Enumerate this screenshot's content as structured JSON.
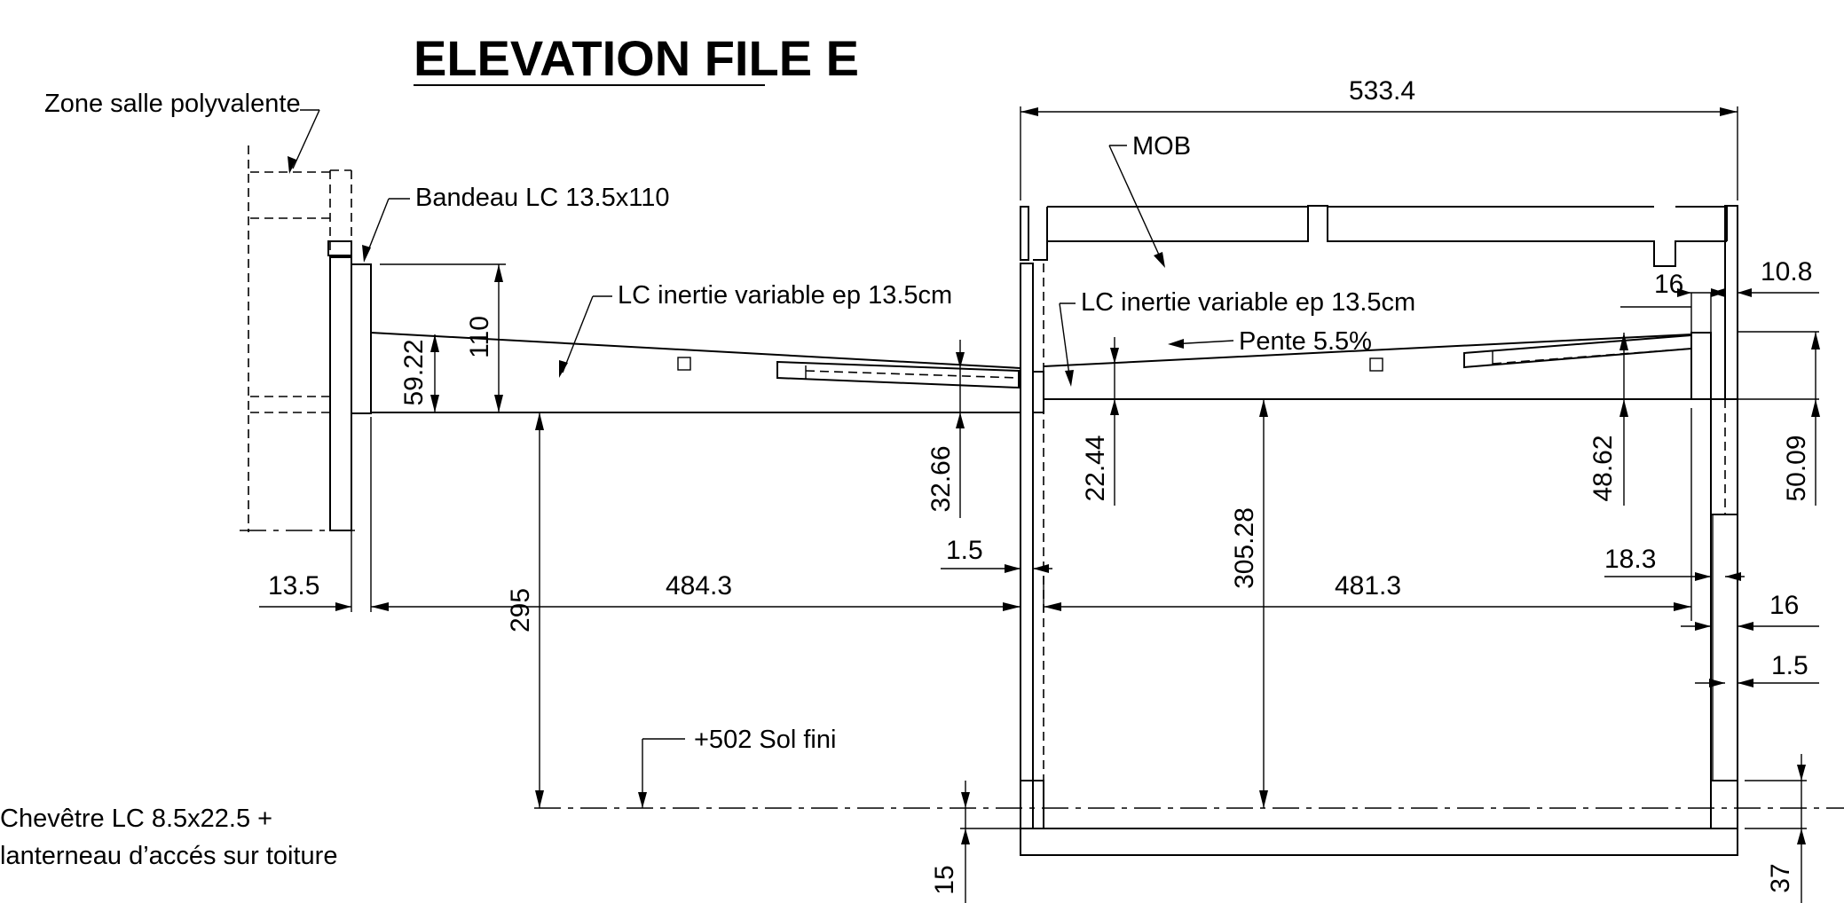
{
  "drawing": {
    "title": "ELEVATION FILE E",
    "labels": {
      "zone": "Zone salle polyvalente",
      "bandeau": "Bandeau LC 13.5x110",
      "lc_left": "LC inertie variable ep 13.5cm",
      "lc_right": "LC inertie variable ep 13.5cm",
      "mob": "MOB",
      "pente": "Pente 5.5%",
      "sol_fini": "+502 Sol fini",
      "chevetre_line1": "Chevêtre LC 8.5x22.5 +",
      "chevetre_line2": "lanterneau d’accés sur toiture"
    },
    "dimensions": {
      "overall_width": "533.4",
      "d_110": "110",
      "d_59_22": "59.22",
      "d_32_66": "32.66",
      "d_22_44": "22.44",
      "d_48_62": "48.62",
      "d_50_09": "50.09",
      "d_16_top": "16",
      "d_10_8": "10.8",
      "d_1_5_left": "1.5",
      "d_18_3": "18.3",
      "d_13_5": "13.5",
      "d_484_3": "484.3",
      "d_481_3": "481.3",
      "d_295": "295",
      "d_305_28": "305.28",
      "d_16_right": "16",
      "d_1_5_right": "1.5",
      "d_15": "15",
      "d_37": "37"
    }
  }
}
